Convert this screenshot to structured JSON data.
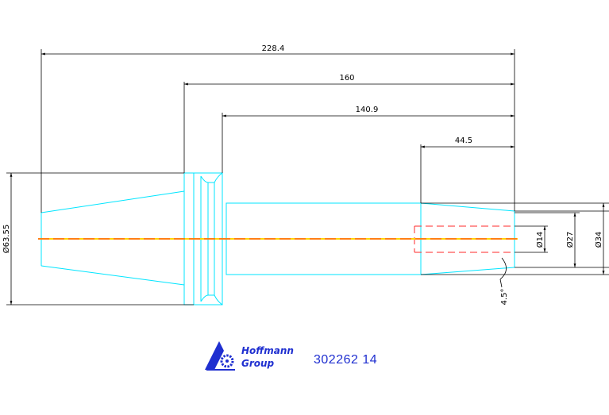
{
  "dimensions": {
    "overall_length": "228.4",
    "length_160": "160",
    "length_140_9": "140.9",
    "bore_depth": "44.5",
    "flange_diameter": "Ø63.55",
    "bore_diameter": "Ø14",
    "cone_diameter": "Ø27",
    "shank_diameter": "Ø34",
    "taper_angle": "4.5°"
  },
  "branding": {
    "logo_text": "Hoffmann Group",
    "part_number": "302262 14"
  },
  "colors": {
    "outline": "#00e5ff",
    "centerline": "#ffd400",
    "hidden": "#ff2a2a",
    "dimension": "#000000",
    "brand": "#1f2fd0"
  }
}
